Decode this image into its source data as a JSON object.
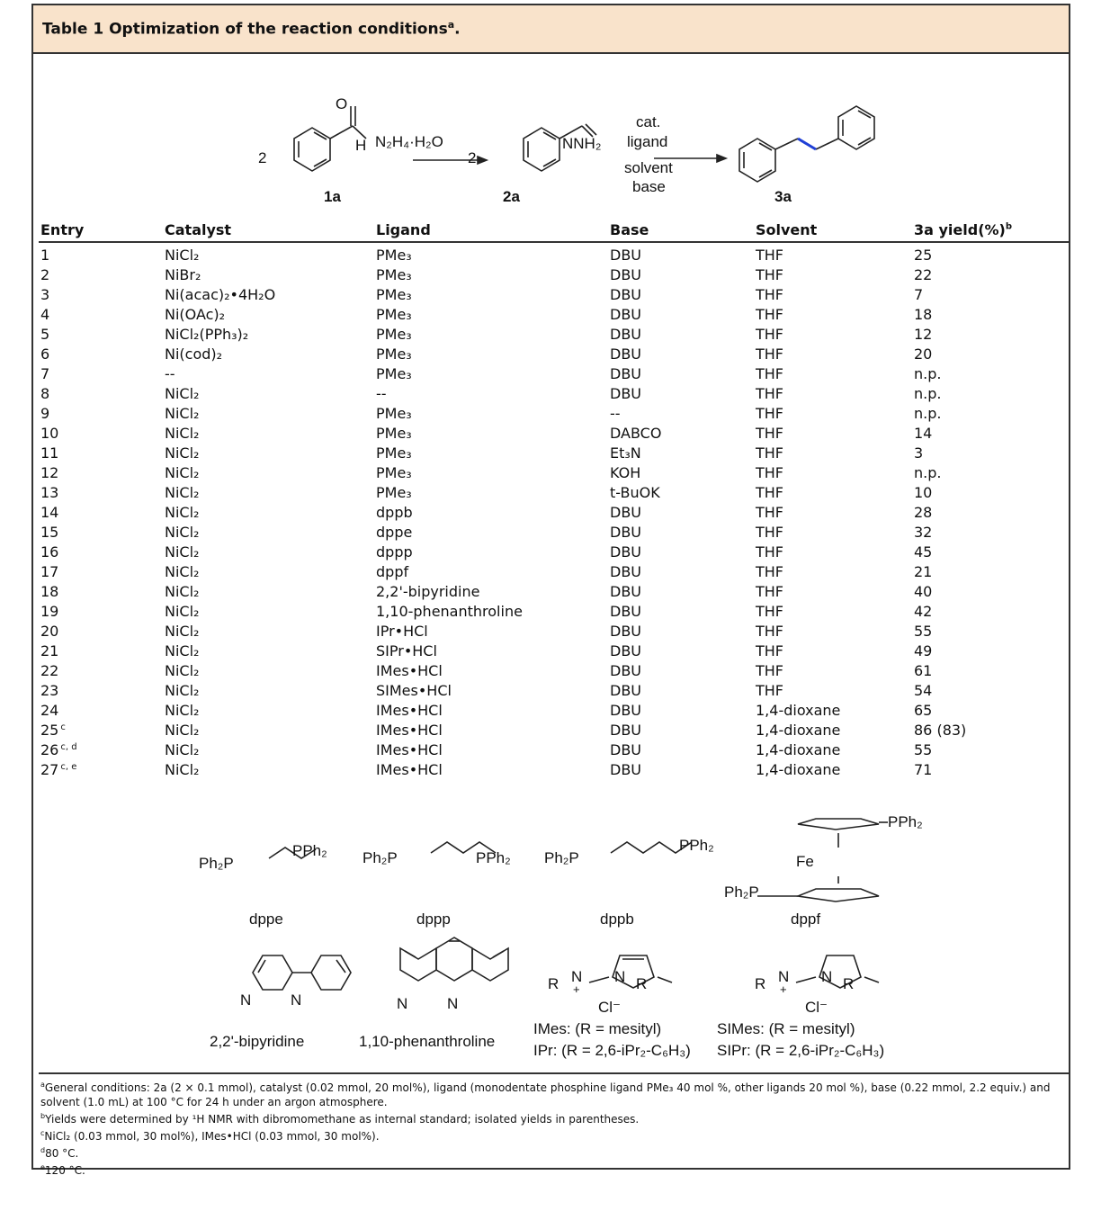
{
  "title": {
    "text": "Table 1 Optimization of the reaction conditions",
    "mark": "a",
    "end": "."
  },
  "scheme": {
    "coef_left": "2",
    "h_label": "H",
    "reagent": "N₂H₄·H₂O",
    "coef_mid": "2",
    "nnh2": "NNH₂",
    "cond_above_1": "cat.",
    "cond_above_2": "ligand",
    "cond_below_1": "solvent",
    "cond_below_2": "base",
    "label_1a": "1a",
    "label_2a": "2a",
    "label_3a": "3a",
    "o_label": "O"
  },
  "table": {
    "headers": {
      "entry": "Entry",
      "catalyst": "Catalyst",
      "ligand": "Ligand",
      "base": "Base",
      "solvent": "Solvent",
      "yield": "3a yield(%)",
      "yield_mark": "b"
    },
    "rows": [
      {
        "entry": "1",
        "catalyst": "NiCl₂",
        "ligand": "PMe₃",
        "base": "DBU",
        "solvent": "THF",
        "yield": "25"
      },
      {
        "entry": "2",
        "catalyst": "NiBr₂",
        "ligand": "PMe₃",
        "base": "DBU",
        "solvent": "THF",
        "yield": "22"
      },
      {
        "entry": "3",
        "catalyst": "Ni(acac)₂•4H₂O",
        "ligand": "PMe₃",
        "base": "DBU",
        "solvent": "THF",
        "yield": "7"
      },
      {
        "entry": "4",
        "catalyst": "Ni(OAc)₂",
        "ligand": "PMe₃",
        "base": "DBU",
        "solvent": "THF",
        "yield": "18"
      },
      {
        "entry": "5",
        "catalyst": "NiCl₂(PPh₃)₂",
        "ligand": "PMe₃",
        "base": "DBU",
        "solvent": "THF",
        "yield": "12"
      },
      {
        "entry": "6",
        "catalyst": "Ni(cod)₂",
        "ligand": "PMe₃",
        "base": "DBU",
        "solvent": "THF",
        "yield": "20"
      },
      {
        "entry": "7",
        "catalyst": "--",
        "ligand": "PMe₃",
        "base": "DBU",
        "solvent": "THF",
        "yield": "n.p."
      },
      {
        "entry": "8",
        "catalyst": "NiCl₂",
        "ligand": "--",
        "base": "DBU",
        "solvent": "THF",
        "yield": "n.p."
      },
      {
        "entry": "9",
        "catalyst": "NiCl₂",
        "ligand": "PMe₃",
        "base": "--",
        "solvent": "THF",
        "yield": "n.p."
      },
      {
        "entry": "10",
        "catalyst": "NiCl₂",
        "ligand": "PMe₃",
        "base": "DABCO",
        "solvent": "THF",
        "yield": "14"
      },
      {
        "entry": "11",
        "catalyst": "NiCl₂",
        "ligand": "PMe₃",
        "base": "Et₃N",
        "solvent": "THF",
        "yield": "3"
      },
      {
        "entry": "12",
        "catalyst": "NiCl₂",
        "ligand": "PMe₃",
        "base": "KOH",
        "solvent": "THF",
        "yield": "n.p."
      },
      {
        "entry": "13",
        "catalyst": "NiCl₂",
        "ligand": "PMe₃",
        "base": "t-BuOK",
        "solvent": "THF",
        "yield": "10"
      },
      {
        "entry": "14",
        "catalyst": "NiCl₂",
        "ligand": "dppb",
        "base": "DBU",
        "solvent": "THF",
        "yield": "28"
      },
      {
        "entry": "15",
        "catalyst": "NiCl₂",
        "ligand": "dppe",
        "base": "DBU",
        "solvent": "THF",
        "yield": "32"
      },
      {
        "entry": "16",
        "catalyst": "NiCl₂",
        "ligand": "dppp",
        "base": "DBU",
        "solvent": "THF",
        "yield": "45"
      },
      {
        "entry": "17",
        "catalyst": "NiCl₂",
        "ligand": "dppf",
        "base": "DBU",
        "solvent": "THF",
        "yield": "21"
      },
      {
        "entry": "18",
        "catalyst": "NiCl₂",
        "ligand": "2,2'-bipyridine",
        "base": "DBU",
        "solvent": "THF",
        "yield": "40"
      },
      {
        "entry": "19",
        "catalyst": "NiCl₂",
        "ligand": "1,10-phenanthroline",
        "base": "DBU",
        "solvent": "THF",
        "yield": "42"
      },
      {
        "entry": "20",
        "catalyst": "NiCl₂",
        "ligand": "IPr•HCl",
        "base": "DBU",
        "solvent": "THF",
        "yield": "55"
      },
      {
        "entry": "21",
        "catalyst": "NiCl₂",
        "ligand": "SIPr•HCl",
        "base": "DBU",
        "solvent": "THF",
        "yield": "49"
      },
      {
        "entry": "22",
        "catalyst": "NiCl₂",
        "ligand": "IMes•HCl",
        "base": "DBU",
        "solvent": "THF",
        "yield": "61"
      },
      {
        "entry": "23",
        "catalyst": "NiCl₂",
        "ligand": "SIMes•HCl",
        "base": "DBU",
        "solvent": "THF",
        "yield": "54"
      },
      {
        "entry": "24",
        "catalyst": "NiCl₂",
        "ligand": "IMes•HCl",
        "base": "DBU",
        "solvent": "1,4-dioxane",
        "yield": "65"
      },
      {
        "entry": "25",
        "entry_mark": "c",
        "catalyst": "NiCl₂",
        "ligand": "IMes•HCl",
        "base": "DBU",
        "solvent": "1,4-dioxane",
        "yield": "86 (83)"
      },
      {
        "entry": "26",
        "entry_mark": "c, d",
        "catalyst": "NiCl₂",
        "ligand": "IMes•HCl",
        "base": "DBU",
        "solvent": "1,4-dioxane",
        "yield": "55"
      },
      {
        "entry": "27",
        "entry_mark": "c, e",
        "catalyst": "NiCl₂",
        "ligand": "IMes•HCl",
        "base": "DBU",
        "solvent": "1,4-dioxane",
        "yield": "71"
      }
    ]
  },
  "ligands": {
    "ph2p": "Ph₂P",
    "pph2": "PPh₂",
    "fe": "Fe",
    "dppe": "dppe",
    "dppp": "dppp",
    "dppb": "dppb",
    "dppf": "dppf",
    "bipy": "2,2'-bipyridine",
    "phen": "1,10-phenanthroline",
    "n": "N",
    "r": "R",
    "plus": "+",
    "cl": "Cl⁻",
    "imes": "IMes: (R = mesityl)",
    "ipr": "IPr: (R = 2,6-iPr₂-C₆H₃)",
    "simes": "SIMes: (R = mesityl)",
    "sipr": "SIPr: (R = 2,6-iPr₂-C₆H₃)"
  },
  "footnotes": {
    "a_mark": "a",
    "a_text": "General conditions: 2a (2 × 0.1 mmol), catalyst (0.02 mmol, 20 mol%), ligand (monodentate phosphine ligand PMe₃ 40 mol %, other ligands 20 mol %), base (0.22 mmol, 2.2 equiv.) and solvent (1.0 mL) at 100 °C for 24 h under an argon atmosphere.",
    "b_mark": "b",
    "b_text": "Yields were determined by ¹H NMR with dibromomethane as internal standard; isolated yields in parentheses.",
    "c_mark": "c",
    "c_text": "NiCl₂ (0.03 mmol, 30 mol%), IMes•HCl (0.03 mmol, 30 mol%).",
    "d_mark": "d",
    "d_text": "80 °C.",
    "e_mark": "e",
    "e_text": "120 °C."
  }
}
